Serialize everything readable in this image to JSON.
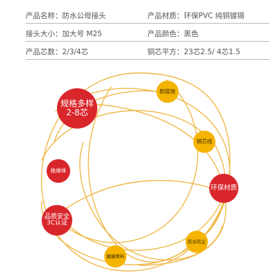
{
  "specs": {
    "rows": [
      {
        "left_label": "产品名称：",
        "left_value": "防水公母接头",
        "right_label": "产品材质：",
        "right_value": "环保PVC 纯铜镀锡"
      },
      {
        "left_label": "接头大小：",
        "left_value": "加大号 M25",
        "right_label": "产品颜色：",
        "right_value": "黑色"
      },
      {
        "left_label": "产品芯数：",
        "left_value": "2/3/4芯",
        "right_label": "铜芯平方：",
        "right_value": "23芯2.5/ 4芯1.5"
      }
    ]
  },
  "features": {
    "main_line1": "规格多样",
    "main_line2": "2-8芯",
    "eco_material": "环保材质",
    "certification_line1": "品质安全",
    "certification_line2": "3C认证",
    "insulator": "绝缘体",
    "corrosion": "耐腐蚀",
    "copper_wire": "铜芯线",
    "waterproof": "防水防尘",
    "healthy_material": "健康原料"
  },
  "colors": {
    "red": "#d9262b",
    "yellow": "#f4b400",
    "orbit": "#f0b84a",
    "divider": "#b9b9b9"
  }
}
